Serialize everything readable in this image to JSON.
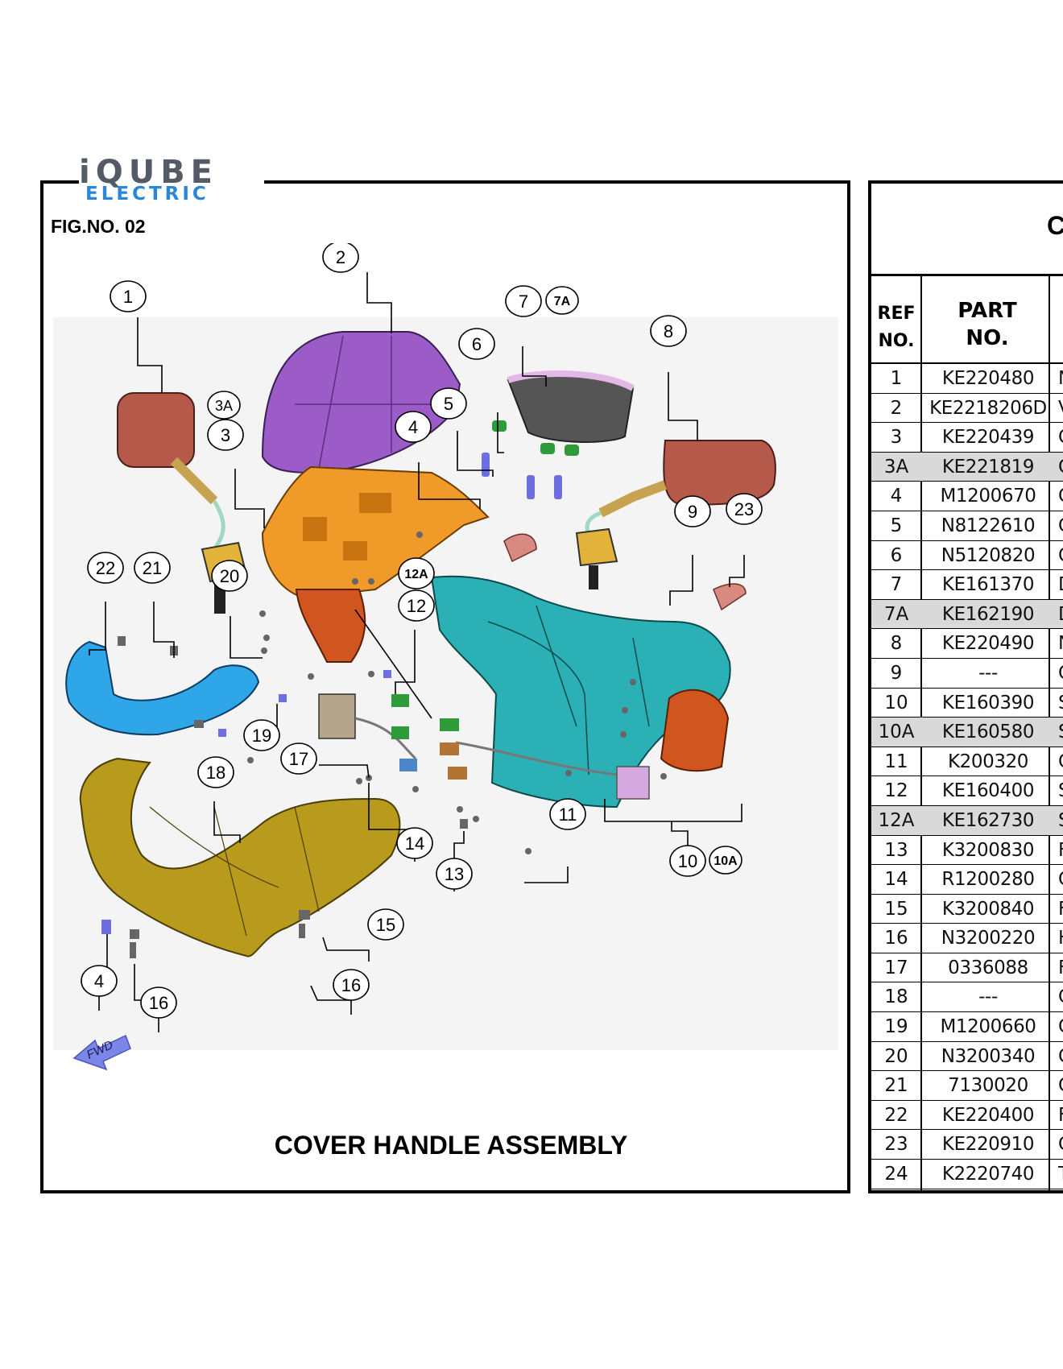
{
  "brand": {
    "line1": "iQUBE",
    "line2": "ELECTRIC"
  },
  "figure": {
    "number_label": "FIG.NO. 02",
    "title": "COVER HANDLE ASSEMBLY",
    "fwd_label": "FWD",
    "callouts": [
      "1",
      "2",
      "3",
      "3A",
      "4",
      "5",
      "6",
      "7",
      "7A",
      "8",
      "9",
      "10",
      "10A",
      "11",
      "12",
      "12A",
      "13",
      "14",
      "15",
      "16",
      "17",
      "18",
      "19",
      "20",
      "21",
      "22",
      "23",
      "4",
      "16"
    ]
  },
  "table": {
    "title_partial": "C",
    "headers": {
      "ref": [
        "REF",
        "NO."
      ],
      "part": [
        "PART",
        "NO."
      ]
    },
    "rows": [
      {
        "ref": "1",
        "part": "KE220480",
        "desc": "N",
        "shaded": false
      },
      {
        "ref": "2",
        "part": "KE2218206D",
        "desc": "V",
        "shaded": false
      },
      {
        "ref": "3",
        "part": "KE220439",
        "desc": "C",
        "shaded": false
      },
      {
        "ref": "3A",
        "part": "KE221819",
        "desc": "C",
        "shaded": true
      },
      {
        "ref": "4",
        "part": "M1200670",
        "desc": "C",
        "shaded": false
      },
      {
        "ref": "5",
        "part": "N8122610",
        "desc": "C",
        "shaded": false
      },
      {
        "ref": "6",
        "part": "N5120820",
        "desc": "C",
        "shaded": false
      },
      {
        "ref": "7",
        "part": "KE161370",
        "desc": "D",
        "shaded": false
      },
      {
        "ref": "7A",
        "part": "KE162190",
        "desc": "D",
        "shaded": true
      },
      {
        "ref": "8",
        "part": "KE220490",
        "desc": "N",
        "shaded": false
      },
      {
        "ref": "9",
        "part": "---",
        "desc": "C",
        "shaded": false
      },
      {
        "ref": "10",
        "part": "KE160390",
        "desc": "S",
        "shaded": false
      },
      {
        "ref": "10A",
        "part": "KE160580",
        "desc": "S",
        "shaded": true
      },
      {
        "ref": "11",
        "part": "K200320",
        "desc": "C",
        "shaded": false
      },
      {
        "ref": "12",
        "part": "KE160400",
        "desc": "S",
        "shaded": false
      },
      {
        "ref": "12A",
        "part": "KE162730",
        "desc": "S",
        "shaded": true
      },
      {
        "ref": "13",
        "part": "K3200830",
        "desc": "F",
        "shaded": false
      },
      {
        "ref": "14",
        "part": "R1200280",
        "desc": "C",
        "shaded": false
      },
      {
        "ref": "15",
        "part": "K3200840",
        "desc": "F",
        "shaded": false
      },
      {
        "ref": "16",
        "part": "N3200220",
        "desc": "H",
        "shaded": false
      },
      {
        "ref": "17",
        "part": "0336088",
        "desc": "F",
        "shaded": false
      },
      {
        "ref": "18",
        "part": "---",
        "desc": "C",
        "shaded": false
      },
      {
        "ref": "19",
        "part": "M1200660",
        "desc": "C",
        "shaded": false
      },
      {
        "ref": "20",
        "part": "N3200340",
        "desc": "C",
        "shaded": false
      },
      {
        "ref": "21",
        "part": "7130020",
        "desc": "C",
        "shaded": false
      },
      {
        "ref": "22",
        "part": "KE220400",
        "desc": "F",
        "shaded": false
      },
      {
        "ref": "23",
        "part": "KE220910",
        "desc": "C",
        "shaded": false
      },
      {
        "ref": "24",
        "part": "K2220740",
        "desc": "T",
        "shaded": false
      }
    ]
  },
  "colors": {
    "mirror": "#b5594a",
    "visor": "#9b5cc8",
    "cover_front": "#f09a2a",
    "handle_rear": "#2ab0b5",
    "cover_left": "#2fa6e8",
    "lower_cover": "#b89a1c",
    "switch_cover": "#d0551e",
    "pad": "#d98a80"
  }
}
